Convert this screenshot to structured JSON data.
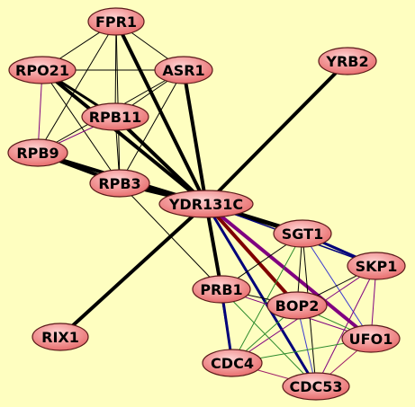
{
  "colors": {
    "background": "#fefec0",
    "node_fill_light": "#ffd3d3",
    "node_fill_dark": "#e86e6e",
    "edge_black": "#000000",
    "edge_purple": "#800080",
    "edge_darkred": "#800000",
    "edge_navy": "#00007a",
    "edge_green": "#2e8b2e",
    "edge_blue": "#3a3ad0",
    "edge_magenta": "#a0206a"
  },
  "nodes": [
    {
      "id": "FPR1",
      "label": "FPR1"
    },
    {
      "id": "RPO21",
      "label": "RPO21"
    },
    {
      "id": "ASR1",
      "label": "ASR1"
    },
    {
      "id": "YRB2",
      "label": "YRB2"
    },
    {
      "id": "RPB11",
      "label": "RPB11"
    },
    {
      "id": "RPB9",
      "label": "RPB9"
    },
    {
      "id": "RPB3",
      "label": "RPB3"
    },
    {
      "id": "YDR131C",
      "label": "YDR131C"
    },
    {
      "id": "SGT1",
      "label": "SGT1"
    },
    {
      "id": "SKP1",
      "label": "SKP1"
    },
    {
      "id": "PRB1",
      "label": "PRB1"
    },
    {
      "id": "BOP2",
      "label": "BOP2"
    },
    {
      "id": "RIX1",
      "label": "RIX1"
    },
    {
      "id": "UFO1",
      "label": "UFO1"
    },
    {
      "id": "CDC4",
      "label": "CDC4"
    },
    {
      "id": "CDC53",
      "label": "CDC53"
    }
  ],
  "edges": [
    {
      "source": "FPR1",
      "target": "RPO21",
      "color": "edge_black",
      "weight": 1
    },
    {
      "source": "FPR1",
      "target": "ASR1",
      "color": "edge_black",
      "weight": 1
    },
    {
      "source": "FPR1",
      "target": "RPB11",
      "color": "edge_black",
      "weight": 1
    },
    {
      "source": "FPR1",
      "target": "RPB9",
      "color": "edge_black",
      "weight": 1
    },
    {
      "source": "FPR1",
      "target": "RPB3",
      "color": "edge_black",
      "weight": 1
    },
    {
      "source": "FPR1",
      "target": "YDR131C",
      "color": "edge_black",
      "weight": 4
    },
    {
      "source": "RPO21",
      "target": "ASR1",
      "color": "edge_black",
      "weight": 1
    },
    {
      "source": "RPO21",
      "target": "RPB11",
      "color": "edge_black",
      "weight": 3
    },
    {
      "source": "RPO21",
      "target": "RPB9",
      "color": "edge_purple",
      "weight": 1
    },
    {
      "source": "RPO21",
      "target": "RPB3",
      "color": "edge_black",
      "weight": 1
    },
    {
      "source": "RPO21",
      "target": "YDR131C",
      "color": "edge_black",
      "weight": 4
    },
    {
      "source": "ASR1",
      "target": "RPB11",
      "color": "edge_black",
      "weight": 1
    },
    {
      "source": "ASR1",
      "target": "RPB9",
      "color": "edge_black",
      "weight": 1
    },
    {
      "source": "ASR1",
      "target": "RPB3",
      "color": "edge_black",
      "weight": 1
    },
    {
      "source": "ASR1",
      "target": "YDR131C",
      "color": "edge_black",
      "weight": 4
    },
    {
      "source": "YRB2",
      "target": "YDR131C",
      "color": "edge_black",
      "weight": 4
    },
    {
      "source": "RPB11",
      "target": "RPB9",
      "color": "edge_purple",
      "weight": 1
    },
    {
      "source": "RPB11",
      "target": "RPB3",
      "color": "edge_black",
      "weight": 1
    },
    {
      "source": "RPB11",
      "target": "YDR131C",
      "color": "edge_black",
      "weight": 4
    },
    {
      "source": "RPB9",
      "target": "RPB3",
      "color": "edge_black",
      "weight": 4
    },
    {
      "source": "RPB9",
      "target": "YDR131C",
      "color": "edge_black",
      "weight": 4
    },
    {
      "source": "RPB3",
      "target": "YDR131C",
      "color": "edge_black",
      "weight": 5
    },
    {
      "source": "RPB3",
      "target": "PRB1",
      "color": "edge_black",
      "weight": 1
    },
    {
      "source": "RIX1",
      "target": "YDR131C",
      "color": "edge_black",
      "weight": 4
    },
    {
      "source": "YDR131C",
      "target": "SGT1",
      "color": "edge_black",
      "weight": 5
    },
    {
      "source": "YDR131C",
      "target": "SKP1",
      "color": "edge_navy",
      "weight": 1.5
    },
    {
      "source": "YDR131C",
      "target": "PRB1",
      "color": "edge_black",
      "weight": 4
    },
    {
      "source": "YDR131C",
      "target": "BOP2",
      "color": "edge_darkred",
      "weight": 4
    },
    {
      "source": "YDR131C",
      "target": "UFO1",
      "color": "edge_purple",
      "weight": 4
    },
    {
      "source": "YDR131C",
      "target": "CDC4",
      "color": "edge_black",
      "weight": 1
    },
    {
      "source": "YDR131C",
      "target": "CDC53",
      "color": "edge_navy",
      "weight": 3
    },
    {
      "source": "SGT1",
      "target": "SKP1",
      "color": "edge_navy",
      "weight": 3
    },
    {
      "source": "SGT1",
      "target": "PRB1",
      "color": "edge_black",
      "weight": 1
    },
    {
      "source": "SGT1",
      "target": "BOP2",
      "color": "edge_black",
      "weight": 1
    },
    {
      "source": "SGT1",
      "target": "UFO1",
      "color": "edge_blue",
      "weight": 1
    },
    {
      "source": "SGT1",
      "target": "CDC4",
      "color": "edge_green",
      "weight": 1
    },
    {
      "source": "SGT1",
      "target": "CDC53",
      "color": "edge_black",
      "weight": 1
    },
    {
      "source": "SKP1",
      "target": "BOP2",
      "color": "edge_black",
      "weight": 1
    },
    {
      "source": "SKP1",
      "target": "UFO1",
      "color": "edge_purple",
      "weight": 1
    },
    {
      "source": "SKP1",
      "target": "CDC4",
      "color": "edge_purple",
      "weight": 1
    },
    {
      "source": "SKP1",
      "target": "CDC53",
      "color": "edge_purple",
      "weight": 1
    },
    {
      "source": "PRB1",
      "target": "BOP2",
      "color": "edge_black",
      "weight": 1
    },
    {
      "source": "PRB1",
      "target": "UFO1",
      "color": "edge_purple",
      "weight": 1
    },
    {
      "source": "PRB1",
      "target": "CDC4",
      "color": "edge_navy",
      "weight": 3
    },
    {
      "source": "PRB1",
      "target": "CDC53",
      "color": "edge_green",
      "weight": 1
    },
    {
      "source": "BOP2",
      "target": "UFO1",
      "color": "edge_green",
      "weight": 1
    },
    {
      "source": "BOP2",
      "target": "CDC4",
      "color": "edge_green",
      "weight": 1
    },
    {
      "source": "BOP2",
      "target": "CDC53",
      "color": "edge_blue",
      "weight": 1
    },
    {
      "source": "UFO1",
      "target": "CDC4",
      "color": "edge_green",
      "weight": 1
    },
    {
      "source": "UFO1",
      "target": "CDC53",
      "color": "edge_magenta",
      "weight": 1
    },
    {
      "source": "CDC4",
      "target": "CDC53",
      "color": "edge_magenta",
      "weight": 1
    }
  ]
}
